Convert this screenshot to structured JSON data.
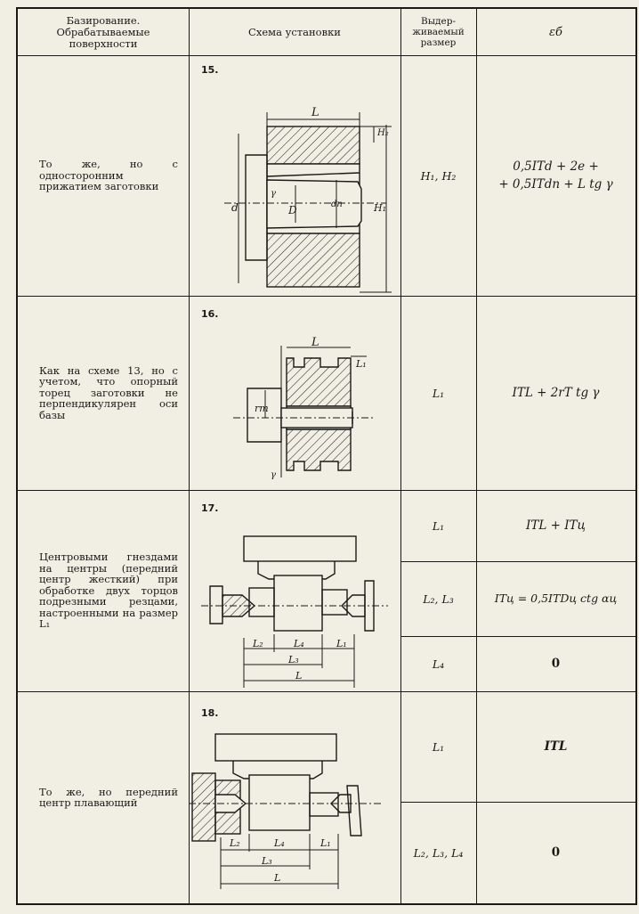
{
  "header": {
    "col1": "Базирование. Обрабатываемые поверхности",
    "col2": "Схема установки",
    "col3": "Выдер-живаемый размер",
    "col4": "εб"
  },
  "rows": [
    {
      "num": "15.",
      "description": "То же, но с односторонним прижатием заготовки",
      "dimension": "H₁, H₂",
      "formula_line1": "0,5ITd + 2e +",
      "formula_line2": "+ 0,5ITdп + L tg γ",
      "labels": {
        "L": "L",
        "H2": "H₂",
        "Hl": "H₁",
        "d": "d",
        "D": "D",
        "dn": "dп",
        "g": "γ"
      }
    },
    {
      "num": "16.",
      "description": "Как на схеме 13, но с учетом, что опорный торец заготовки не перпендикулярен оси базы",
      "dimension": "L₁",
      "formula": "ITL + 2rT tg γ",
      "labels": {
        "L": "L",
        "L1": "L₁",
        "rT": "rт",
        "g": "γ"
      }
    },
    {
      "num": "17.",
      "description": "Центровыми гнездами на центры (передний центр жесткий) при обработке двух торцов подрезными резцами, настроенными на размер L₁",
      "subrows": [
        {
          "dimension": "L₁",
          "formula": "ITL + ITц"
        },
        {
          "dimension": "L₂, L₃",
          "formula": "ITц = 0,5ITDц ctg αц"
        },
        {
          "dimension": "L₄",
          "formula": "0"
        }
      ],
      "labels": {
        "L2": "L₂",
        "L4": "L₄",
        "L1": "L₁",
        "L3": "L₃",
        "L": "L"
      }
    },
    {
      "num": "18.",
      "description": "То же, но передний центр плавающий",
      "subrows": [
        {
          "dimension": "L₁",
          "formula": "ITL"
        },
        {
          "dimension": "L₂, L₃, L₄",
          "formula": "0"
        }
      ],
      "labels": {
        "L2": "L₂",
        "L4": "L₄",
        "L1": "L₁",
        "L3": "L₃",
        "L": "L"
      }
    }
  ]
}
